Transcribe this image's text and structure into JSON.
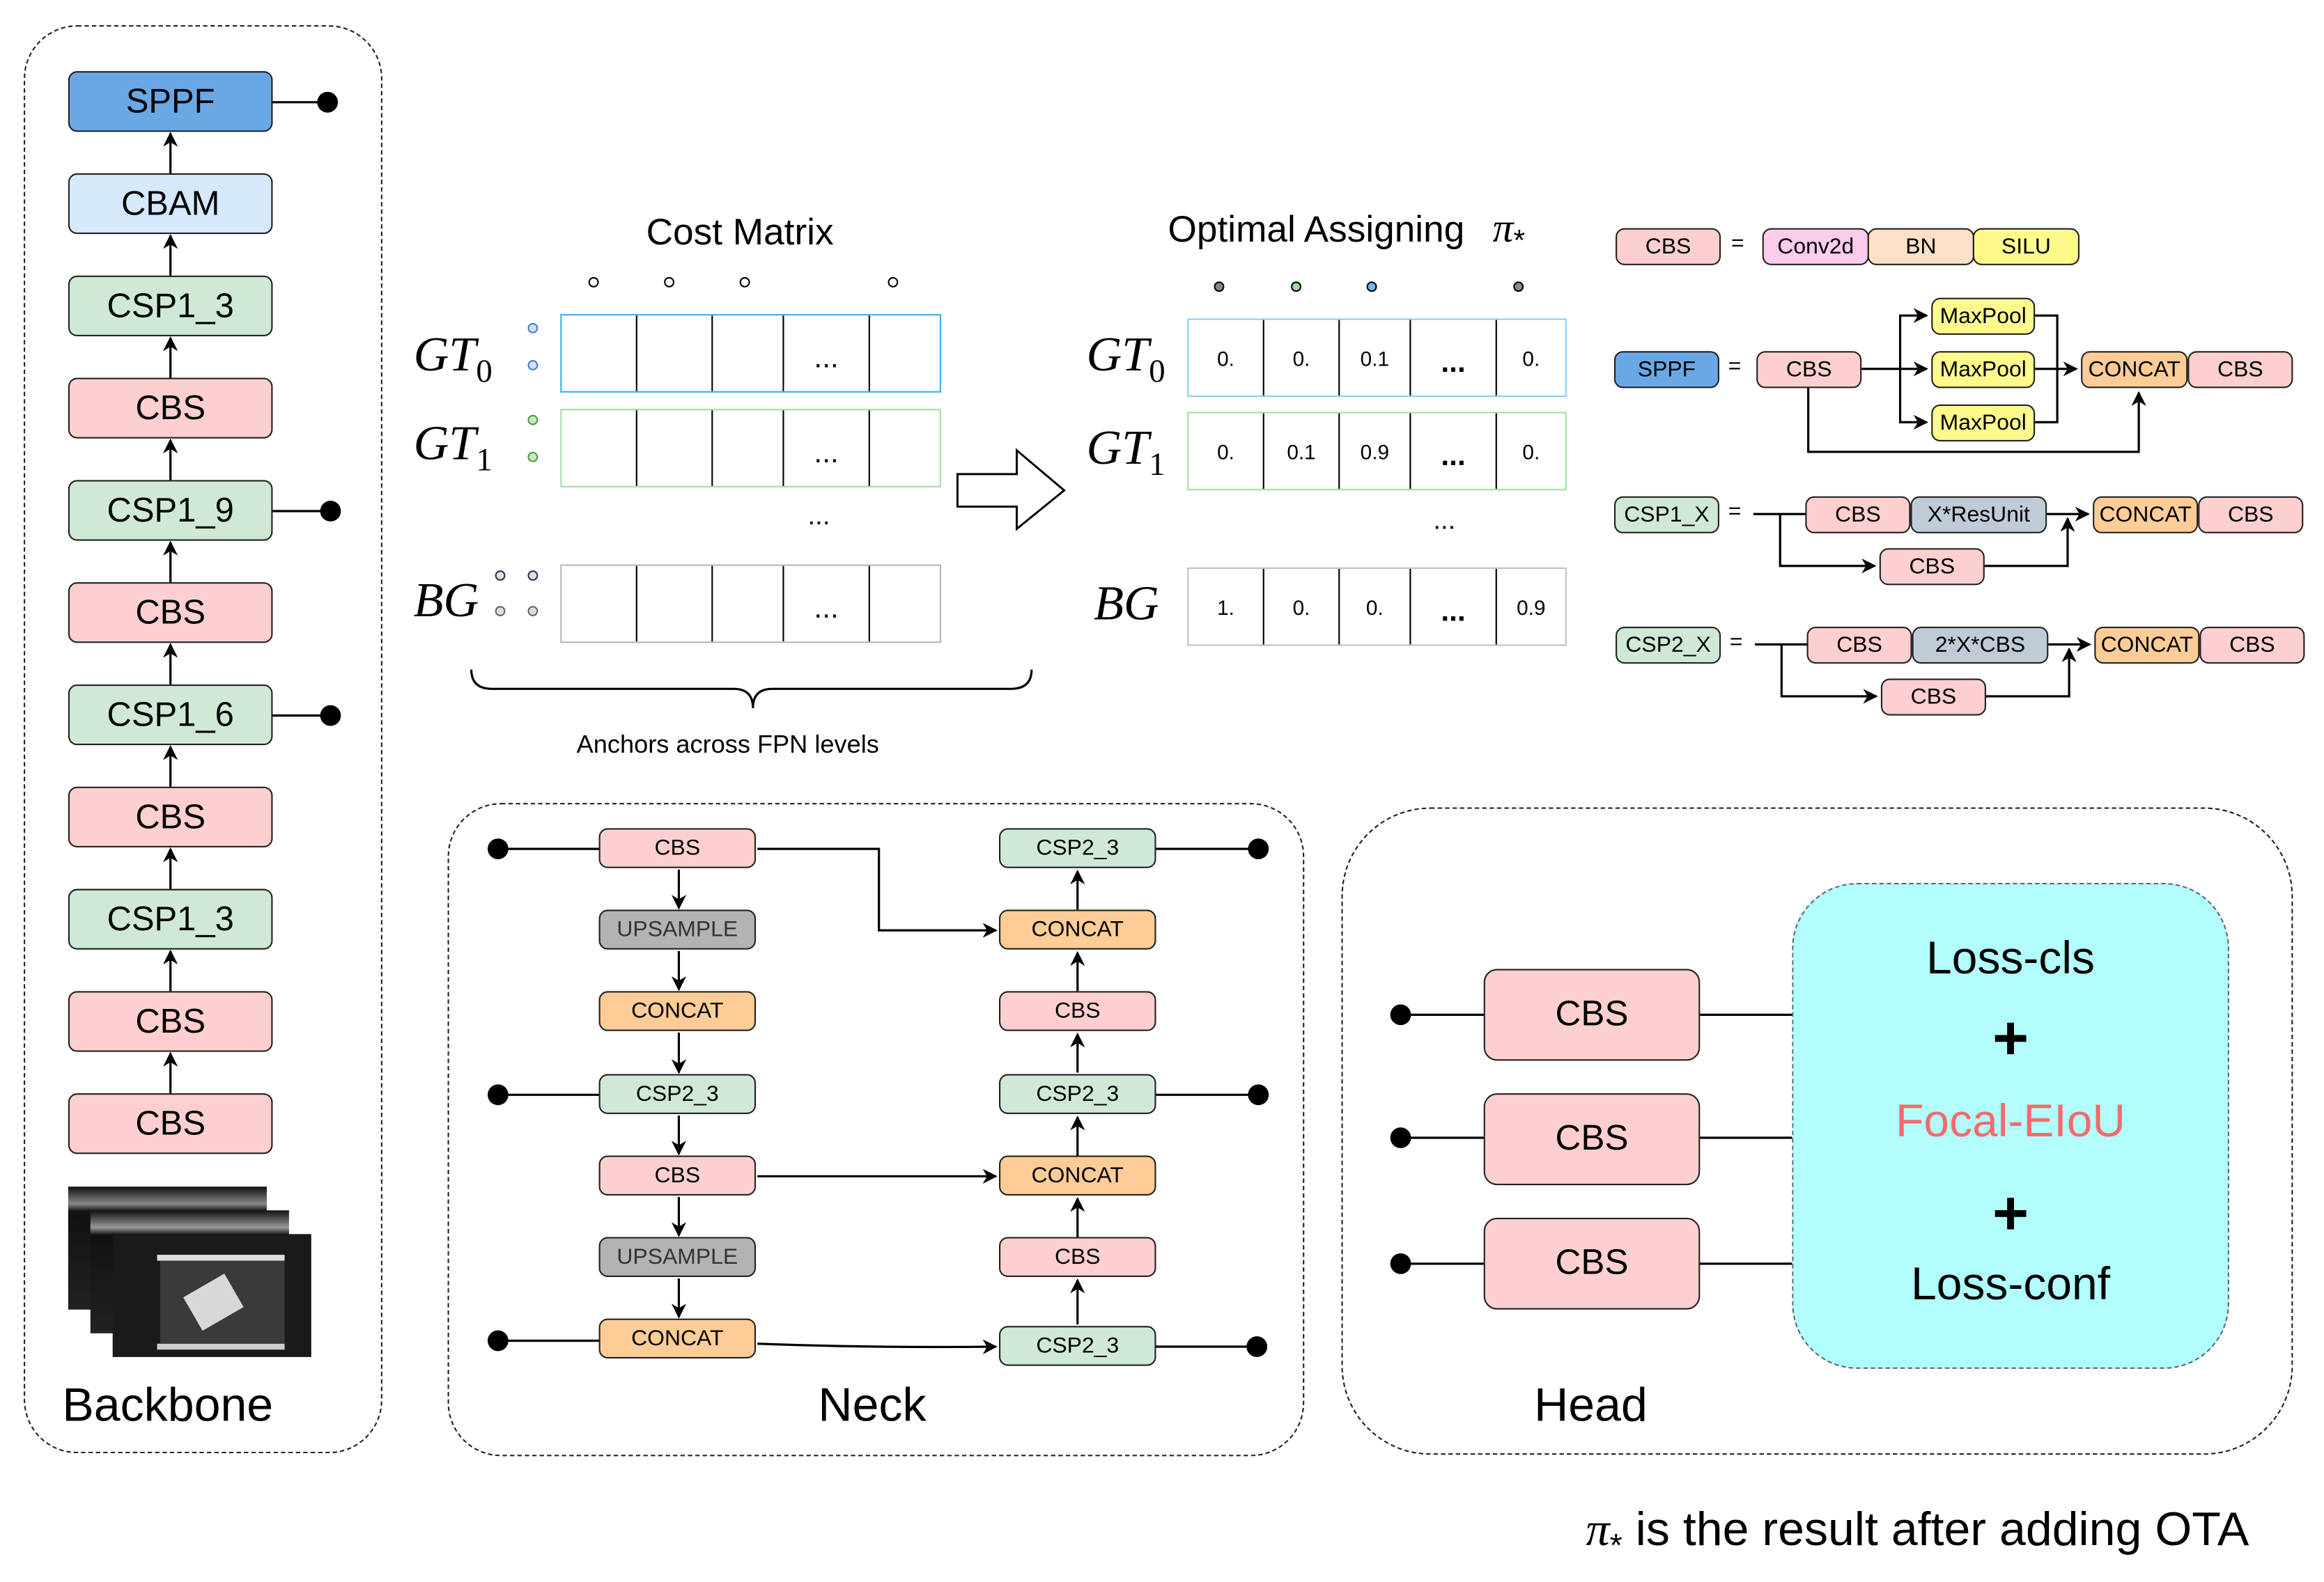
{
  "backbone": {
    "label": "Backbone",
    "blocks": [
      "SPPF",
      "CBAM",
      "CSP1_3",
      "CBS",
      "CSP1_9",
      "CBS",
      "CSP1_6",
      "CBS",
      "CSP1_3",
      "CBS",
      "CBS"
    ],
    "input_image": "input-image-stack"
  },
  "cost_matrix": {
    "title": "Cost Matrix",
    "rows": [
      {
        "label": "GT",
        "sub": "0",
        "cells": [
          "",
          "",
          "",
          "...",
          ""
        ]
      },
      {
        "label": "GT",
        "sub": "1",
        "cells": [
          "",
          "",
          "",
          "...",
          ""
        ]
      },
      {
        "label": "BG",
        "sub": "",
        "cells": [
          "",
          "",
          "",
          "...",
          ""
        ]
      }
    ],
    "between_rows": "...",
    "brace_label": "Anchors across FPN levels"
  },
  "optimal_assigning": {
    "title": "Optimal Assigning",
    "symbol": "π",
    "symbol_sub": "*",
    "rows": [
      {
        "label": "GT",
        "sub": "0",
        "cells": [
          "0.",
          "0.",
          "0.1",
          "...",
          "0."
        ]
      },
      {
        "label": "GT",
        "sub": "1",
        "cells": [
          "0.",
          "0.1",
          "0.9",
          "...",
          "0."
        ]
      },
      {
        "label": "BG",
        "sub": "",
        "cells": [
          "1.",
          "0.",
          "0.",
          "...",
          "0.9"
        ]
      }
    ],
    "between_rows": "..."
  },
  "legend": {
    "equals": "=",
    "cbs": {
      "name": "CBS",
      "parts": [
        "Conv2d",
        "BN",
        "SILU"
      ]
    },
    "sppf": {
      "name": "SPPF",
      "parts": [
        "CBS",
        "MaxPool",
        "MaxPool",
        "MaxPool",
        "CONCAT",
        "CBS"
      ]
    },
    "csp1": {
      "name": "CSP1_X",
      "parts": [
        "CBS",
        "X*ResUnit",
        "CBS",
        "CONCAT",
        "CBS"
      ]
    },
    "csp2": {
      "name": "CSP2_X",
      "parts": [
        "CBS",
        "2*X*CBS",
        "CBS",
        "CONCAT",
        "CBS"
      ]
    }
  },
  "neck": {
    "label": "Neck",
    "left": [
      "CBS",
      "UPSAMPLE",
      "CONCAT",
      "CSP2_3",
      "CBS",
      "UPSAMPLE",
      "CONCAT"
    ],
    "right": [
      "CSP2_3",
      "CONCAT",
      "CBS",
      "CSP2_3",
      "CONCAT",
      "CBS",
      "CSP2_3"
    ]
  },
  "head": {
    "label": "Head",
    "blocks": [
      "CBS",
      "CBS",
      "CBS"
    ],
    "loss": {
      "cls": "Loss-cls",
      "plus": "+",
      "iou": "Focal-EIoU",
      "conf": "Loss-conf"
    }
  },
  "caption": {
    "symbol": "π",
    "sub": "*",
    "text": " is the result after adding OTA"
  },
  "colors": {
    "cbs": "#fecfcf",
    "csp": "#d0e9d6",
    "concat": "#fecd97",
    "upsample": "#b3b3b3",
    "sppf": "#6aa8e5",
    "cbam": "#d5e8fc",
    "maxpool": "#fefb8c",
    "loss_box": "#b2fefe",
    "focal_eiou": "#f56a6a",
    "gt0": "#41b0ec",
    "gt1": "#9edc9a",
    "bg": "#b8b8b8"
  }
}
